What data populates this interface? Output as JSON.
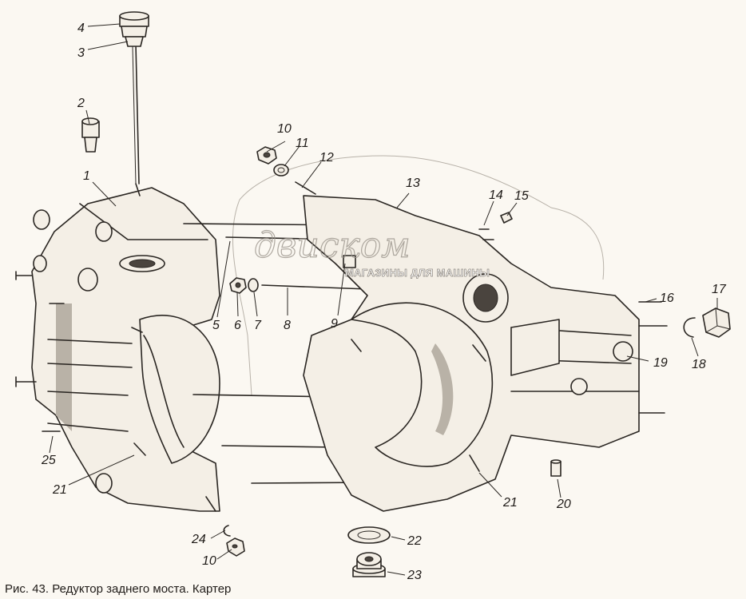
{
  "figure": {
    "caption": "Рис. 43. Редуктор заднего моста. Картер",
    "watermark": {
      "brand": "двиском",
      "tagline": "МАГАЗИНЫ ДЛЯ МАШИНЫ"
    },
    "callouts": [
      "1",
      "2",
      "3",
      "4",
      "5",
      "6",
      "7",
      "8",
      "9",
      "10",
      "11",
      "12",
      "13",
      "14",
      "15",
      "16",
      "17",
      "18",
      "19",
      "20",
      "21",
      "21",
      "22",
      "23",
      "24",
      "10",
      "25"
    ]
  }
}
